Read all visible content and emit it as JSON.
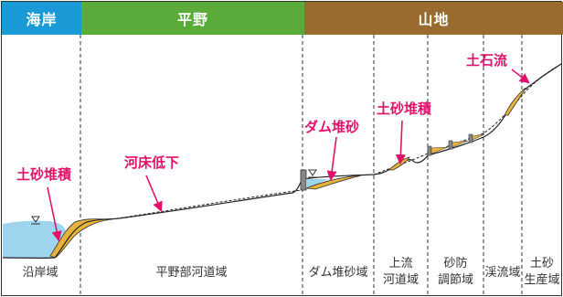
{
  "bands": {
    "coast": "海岸",
    "plain": "平野",
    "mountain": "山地"
  },
  "annotations": {
    "sediment_coast": "土砂堆積",
    "riverbed_lowering": "河床低下",
    "dam_sediment": "ダム堆砂",
    "sediment_upstream": "土砂堆積",
    "debris_flow": "土石流"
  },
  "zones": {
    "coastal": "沿岸域",
    "plain_river": "平野部河道域",
    "dam_reservoir": "ダム堆砂域",
    "upstream_line1": "上流",
    "upstream_line2": "河道域",
    "sabo_line1": "砂防",
    "sabo_line2": "調節域",
    "gorge": "渓流域",
    "source_line1": "土砂",
    "source_line2": "生産域"
  },
  "colors": {
    "coast_band": "#1a9ad6",
    "plain_band": "#5bab3b",
    "mountain_band": "#9a6b2f",
    "annotation": "#e0126b",
    "sediment": "#e8b33a",
    "water": "#9fd4ef"
  },
  "icons": [
    "water-level-icon"
  ]
}
